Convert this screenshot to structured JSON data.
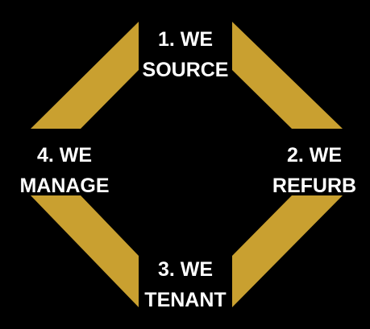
{
  "colors": {
    "background": "#000000",
    "band": "#c9a030",
    "text": "#ffffff"
  },
  "steps": [
    {
      "line1": "1. WE",
      "line2": "SOURCE"
    },
    {
      "line1": "2. WE",
      "line2": "REFURB"
    },
    {
      "line1": "3. WE",
      "line2": "TENANT"
    },
    {
      "line1": "4. WE",
      "line2": "MANAGE"
    }
  ]
}
